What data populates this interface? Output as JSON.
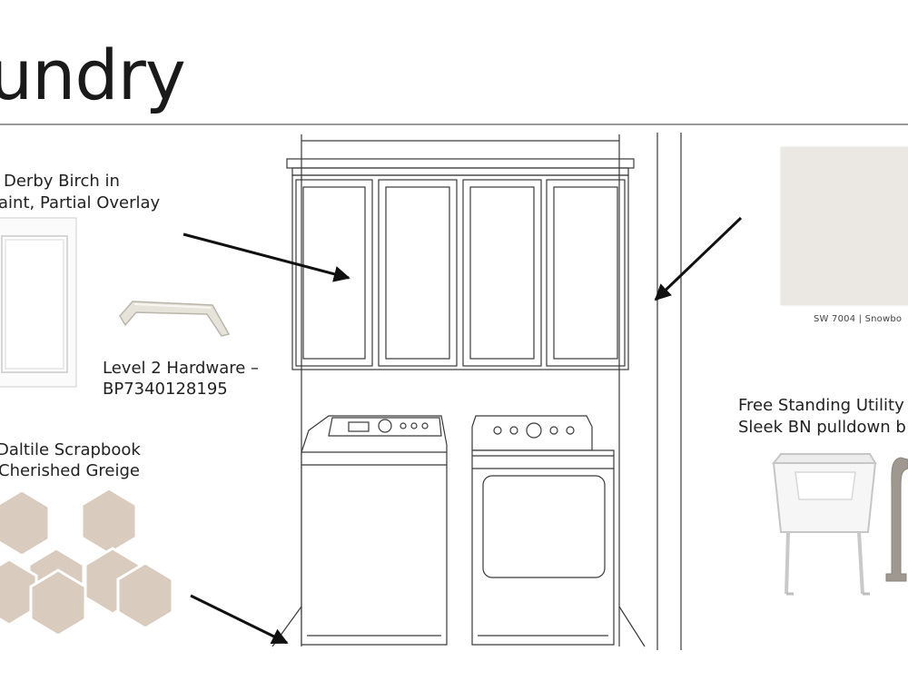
{
  "title": "undry",
  "captions": {
    "cabinet_line1": "Derby Birch in",
    "cabinet_line2": "aint, Partial Overlay",
    "hardware_line1": "Level 2 Hardware –",
    "hardware_line2": "BP7340128195",
    "tile_line1": "Daltile Scrapbook",
    "tile_line2": "Cherished Greige",
    "utility_line1": "Free Standing Utility",
    "utility_line2": "Sleek BN pulldown b"
  },
  "paint_swatch": {
    "label": "SW 7004 | Snowbo",
    "color": "#ebe8e3"
  },
  "colors": {
    "tile": "#d9cbbd",
    "hardware": "#e6e3da",
    "faucet": "#9f9890"
  }
}
